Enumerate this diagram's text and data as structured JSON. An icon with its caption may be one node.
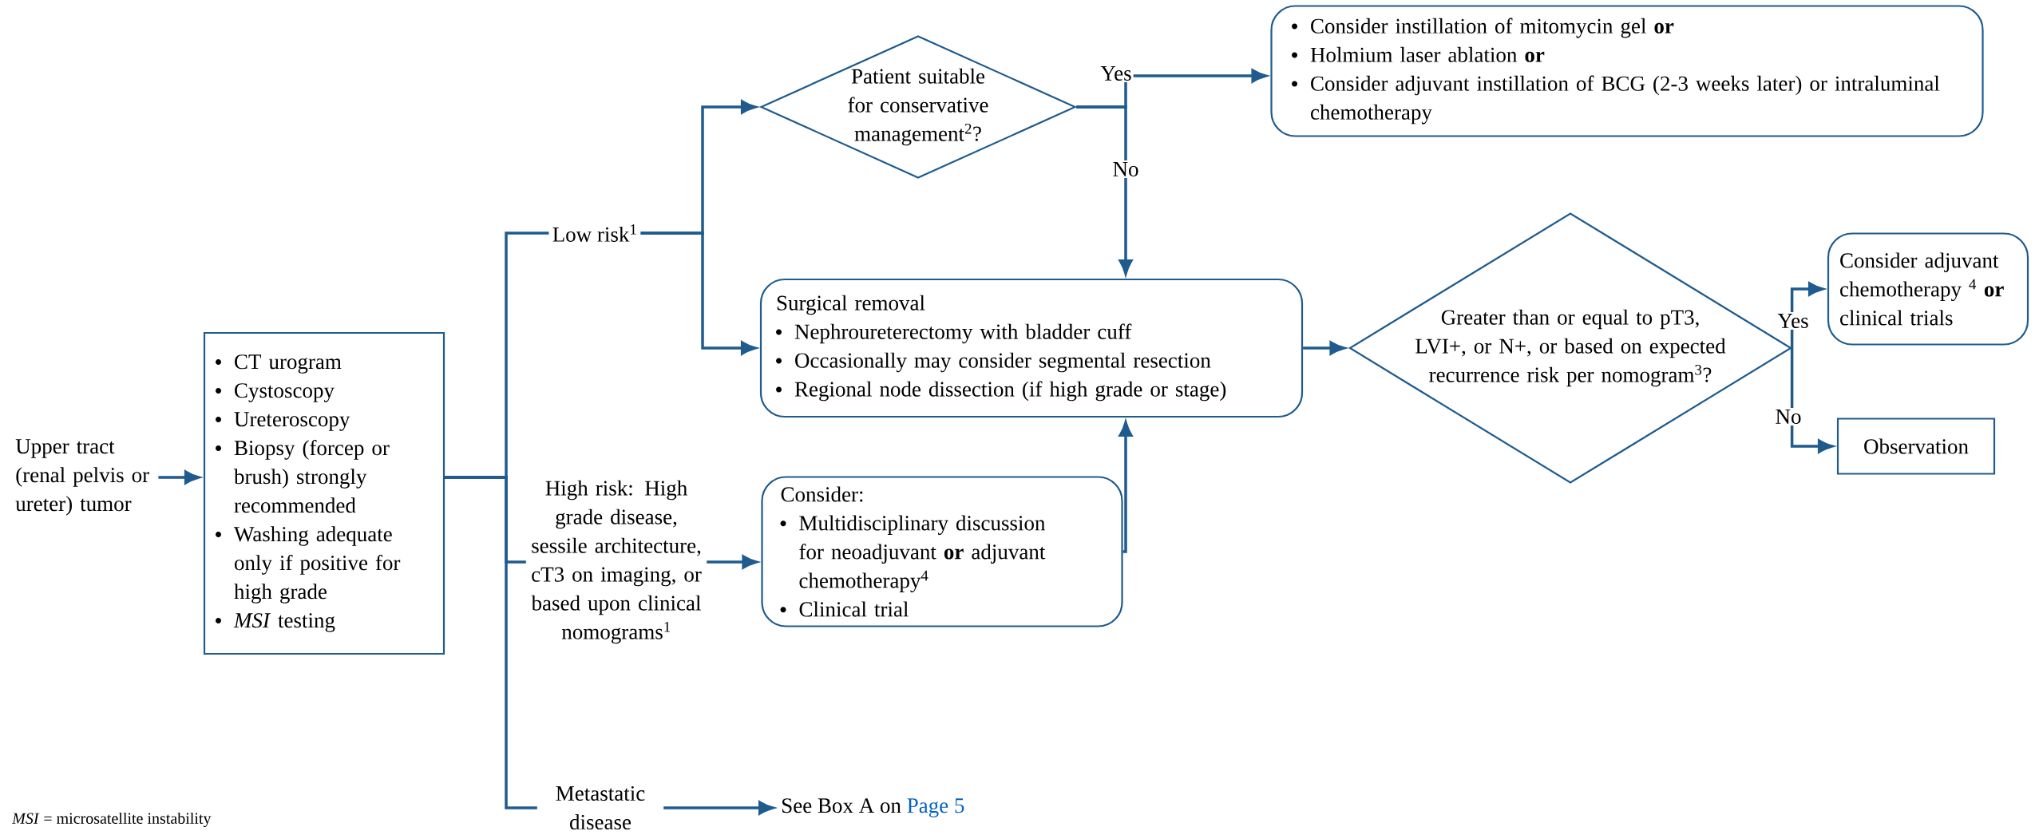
{
  "diagram": {
    "nodes": [
      {
        "text": [
          "Upper tract (renal pelvis or ureter) tumor"
        ]
      },
      {
        "text": [
          "CT urogram",
          "Cystoscopy",
          "Ureteroscopy",
          "Biopsy (forcep or brush) strongly recommended",
          "Washing adequate only if positive for high grade",
          "*MSI* testing"
        ]
      },
      {
        "text": [
          "Low risk$^{1}$"
        ]
      },
      {
        "text": [
          "High risk: High grade disease, sessile architecture, cT3 on imaging, or based upon clinical nomograms$^{1}$"
        ]
      },
      {
        "text": [
          "Metastatic disease"
        ]
      },
      {
        "text": [
          "Patient suitable for conservative management$^{2}$?"
        ]
      },
      {
        "text": [
          "Consider instillation of mitomycin gel **or**",
          "Holmium laser ablation **or**",
          "Consider adjuvant instillation of BCG (2-3 weeks later) or intraluminal chemotherapy"
        ]
      },
      {
        "text": [
          "Surgical removal",
          "Nephroureterectomy with bladder cuff",
          "Occasionally may consider segmental resection",
          "Regional node dissection (if high grade or stage)"
        ]
      },
      {
        "text": [
          "Consider:",
          "Multidisciplinary discussion for neoadjuvant **or** adjuvant chemotherapy$^{4}$",
          "Clinical trial"
        ]
      },
      {
        "text": [
          "Greater than or equal to pT3, LVI+, or N+, or based on expected recurrence risk per nomogram$^{3}$?"
        ]
      },
      {
        "text": [
          "Consider adjuvant chemotherapy $^{4}$ **or** clinical trials"
        ]
      },
      {
        "text": [
          "Observation"
        ]
      },
      {
        "text": [
          "See Box A on",
          "Page 5"
        ]
      }
    ],
    "edges": [
      {
        "from": 0,
        "to": 1,
        "arrow": "to"
      },
      {
        "from": 1,
        "to": 2,
        "arrow": "none"
      },
      {
        "from": 1,
        "to": 3,
        "arrow": "none"
      },
      {
        "from": 1,
        "to": 4,
        "arrow": "none"
      },
      {
        "from": 2,
        "to": 5,
        "arrow": "to"
      },
      {
        "from": 2,
        "to": 7,
        "arrow": "to"
      },
      {
        "from": 3,
        "to": 8,
        "arrow": "to"
      },
      {
        "from": 4,
        "to": 12,
        "arrow": "to"
      },
      {
        "from": 5,
        "to": 6,
        "arrow": "to",
        "label": "Yes"
      },
      {
        "from": 5,
        "to": 7,
        "arrow": "to",
        "label": "No"
      },
      {
        "from": 8,
        "to": 7,
        "arrow": "to"
      },
      {
        "from": 7,
        "to": 9,
        "arrow": "to"
      },
      {
        "from": 9,
        "to": 10,
        "arrow": "to",
        "label": "Yes"
      },
      {
        "from": 9,
        "to": 11,
        "arrow": "to",
        "label": "No"
      }
    ],
    "labels": [
      "*MSI* = microsatellite instability"
    ]
  }
}
